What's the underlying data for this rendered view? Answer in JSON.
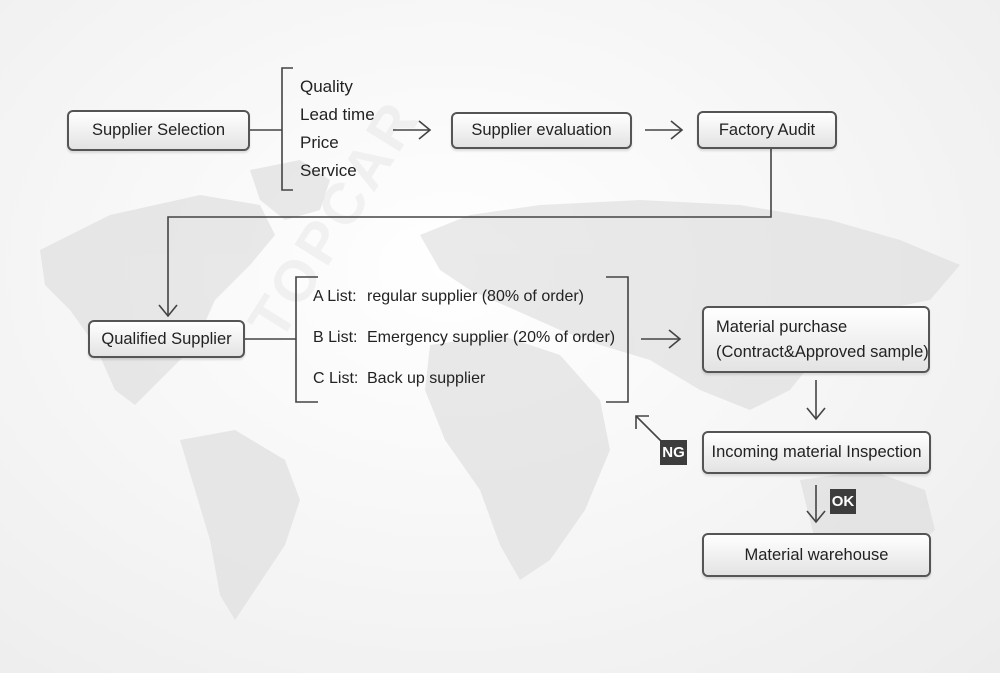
{
  "watermark": "TOPCAR",
  "nodes": {
    "supplier_selection": "Supplier Selection",
    "supplier_evaluation": "Supplier evaluation",
    "factory_audit": "Factory Audit",
    "qualified_supplier": "Qualified Supplier",
    "material_purchase": [
      "Material purchase",
      "(Contract&Approved sample)"
    ],
    "incoming_inspection": "Incoming material Inspection",
    "material_warehouse": "Material warehouse"
  },
  "criteria": [
    "Quality",
    "Lead time",
    "Price",
    "Service"
  ],
  "supplier_lists": [
    {
      "tag": "A List:",
      "desc": "regular supplier (80% of order)"
    },
    {
      "tag": "B List:",
      "desc": "Emergency supplier (20% of order)"
    },
    {
      "tag": "C List:",
      "desc": "Back up supplier"
    }
  ],
  "badges": {
    "ng": "NG",
    "ok": "OK"
  },
  "colors": {
    "line": "#444444",
    "box_border": "#555555",
    "badge": "#3d3d3d",
    "map": "#d9d9d9"
  }
}
